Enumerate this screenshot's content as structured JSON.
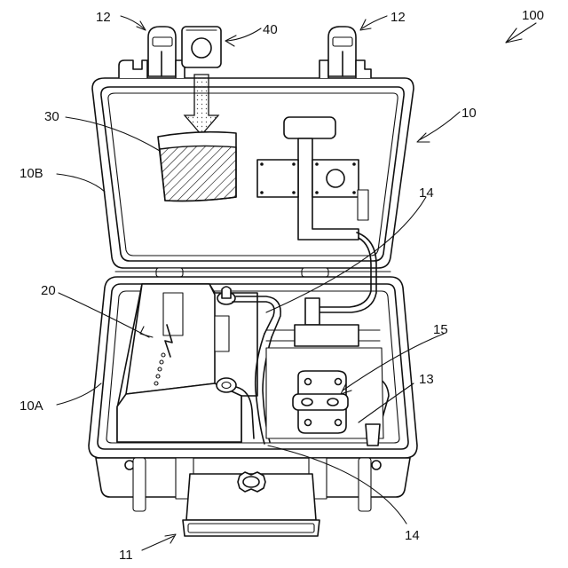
{
  "figure": {
    "labels": {
      "device": "100",
      "case": "10",
      "case_bottom": "10A",
      "case_lid": "10B",
      "handle": "11",
      "latch": "12",
      "plate": "13",
      "cable": "14",
      "connector": "15",
      "battery": "20",
      "pouch": "30",
      "module": "40"
    }
  }
}
